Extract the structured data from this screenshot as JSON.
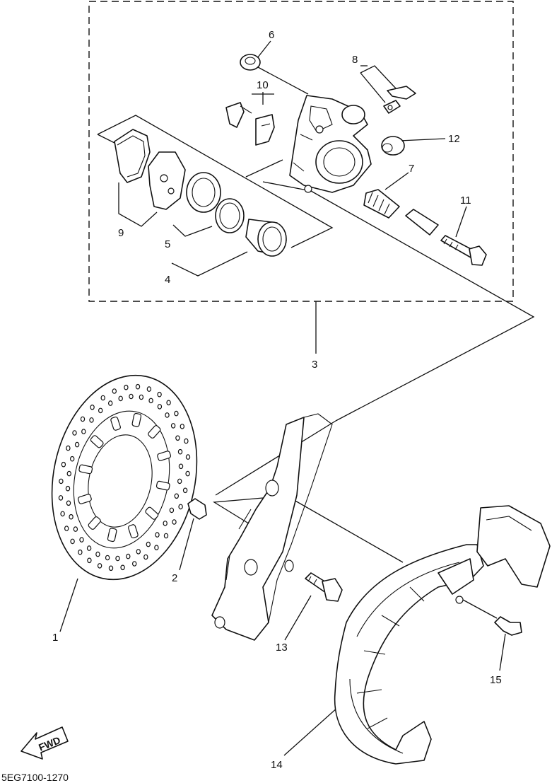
{
  "diagram": {
    "callouts": {
      "c1": "1",
      "c2": "2",
      "c3": "3",
      "c4": "4",
      "c5": "5",
      "c6": "6",
      "c7": "7",
      "c8": "8",
      "c9": "9",
      "c10": "10",
      "c11": "11",
      "c12": "12",
      "c13": "13",
      "c14": "14",
      "c15": "15"
    },
    "fwd_label": "FWD",
    "drawing_code": "5EG7100-1270",
    "line_color": "#111111",
    "background": "#ffffff"
  }
}
